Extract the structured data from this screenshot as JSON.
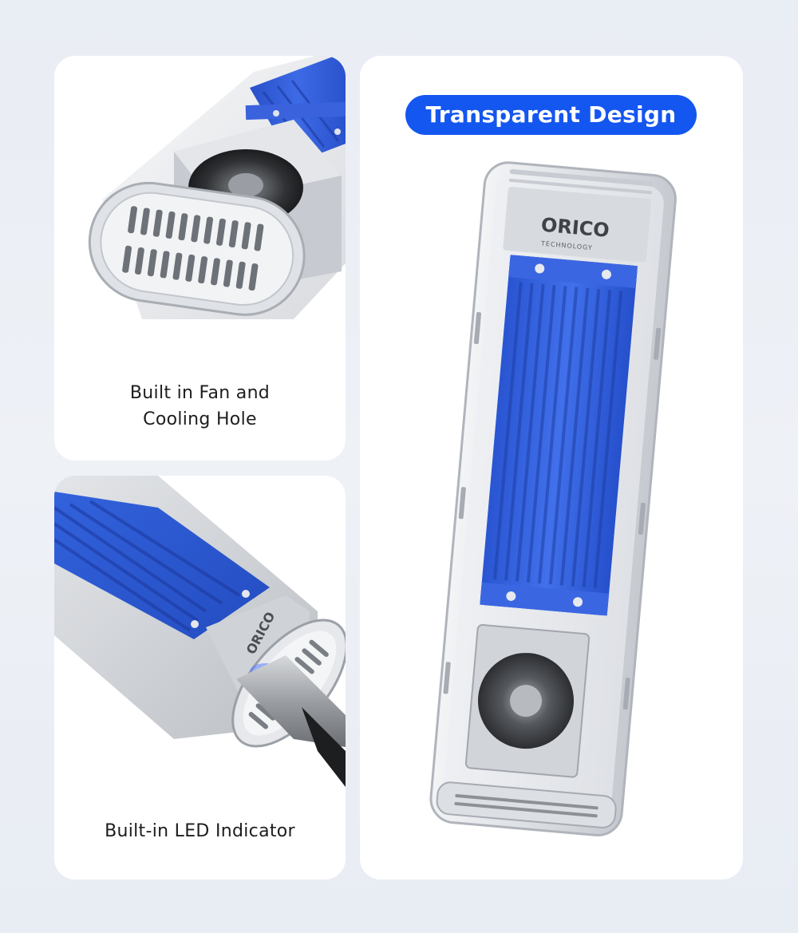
{
  "cards": {
    "fan": {
      "caption_line1": "Built in Fan and",
      "caption_line2": "Cooling Hole"
    },
    "led": {
      "caption": "Built-in LED Indicator"
    },
    "main": {
      "badge": "Transparent Design"
    }
  },
  "brand": {
    "logo": "ORICO",
    "tagline": "TECHNOLOGY"
  },
  "colors": {
    "accent": "#1456f0",
    "heatsink": "#2e5bd4",
    "card_bg": "#ffffff",
    "page_bg": "#eef1f6",
    "text": "#1d1d1f"
  }
}
